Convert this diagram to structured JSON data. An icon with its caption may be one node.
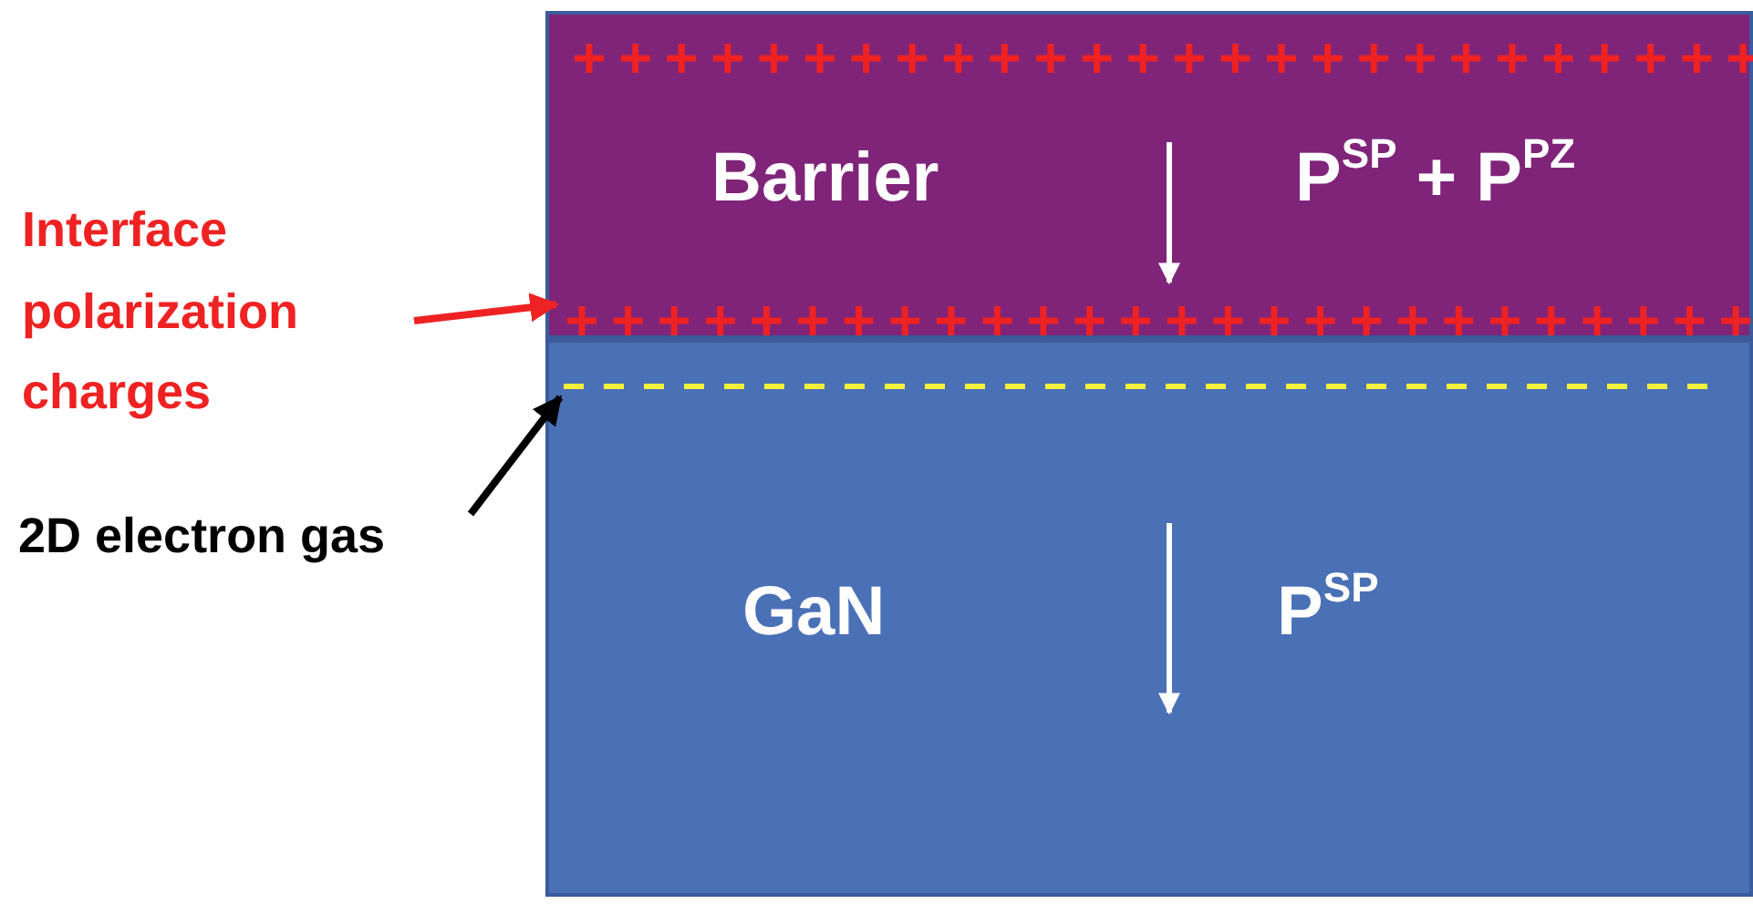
{
  "diagram": {
    "nodes": [
      {
        "text": [
          "Barrier",
          "P$^{SP}$ + P$^{PZ}$"
        ]
      },
      {
        "text": [
          "GaN",
          "P$^{SP}$"
        ]
      },
      {
        "text": [
          "Interface polarization charges"
        ]
      },
      {
        "text": [
          "2D electron gas"
        ]
      },
      {
        "text": [],
        "shape": "bar",
        "in": 0
      },
      {
        "text": [],
        "shape": "bar",
        "in": 1
      }
    ],
    "edges": [
      {
        "from": 2,
        "to": 4,
        "arrow": "to",
        "color": "#ee2222"
      },
      {
        "from": 3,
        "to": 5,
        "arrow": "to",
        "color": "#000000"
      }
    ]
  }
}
